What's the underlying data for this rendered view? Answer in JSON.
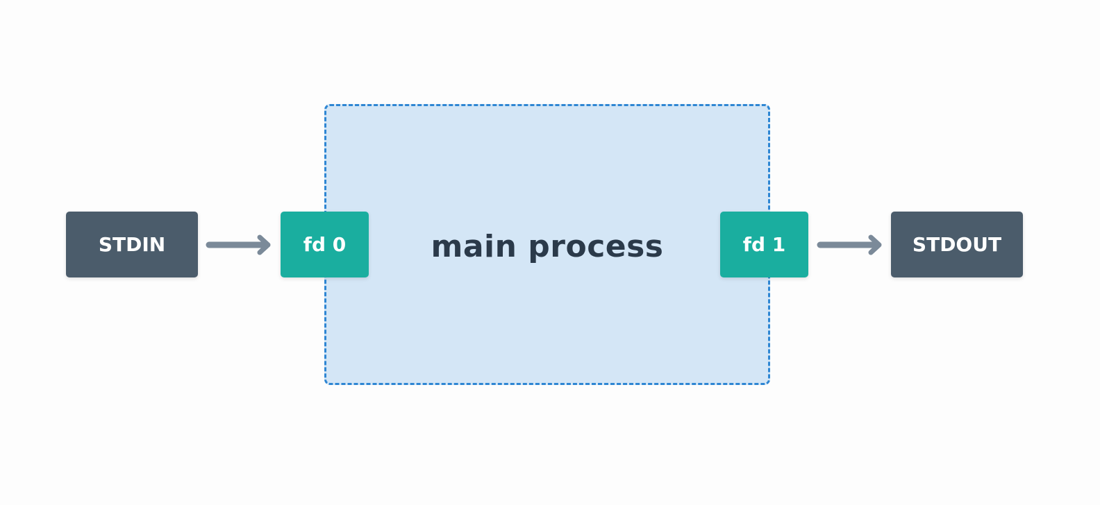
{
  "nodes": {
    "stdin": "STDIN",
    "stdout": "STDOUT",
    "fd0": "fd 0",
    "fd1": "fd 1"
  },
  "process": {
    "label": "main process"
  },
  "colors": {
    "stream_fill": "#4b5c6b",
    "fd_fill": "#1aae9f",
    "process_fill": "#d4e6f6",
    "process_border": "#2e86d3",
    "arrow": "#7b8a99",
    "text_dark": "#2b3a4a"
  },
  "edges": [
    {
      "from": "stdin",
      "to": "fd0"
    },
    {
      "from": "fd1",
      "to": "stdout"
    }
  ]
}
